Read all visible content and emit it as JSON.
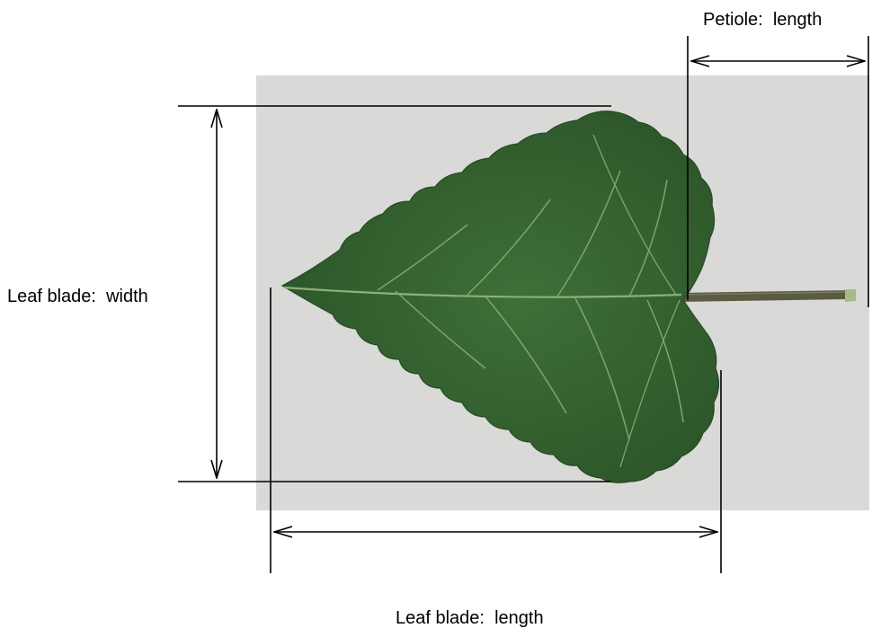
{
  "labels": {
    "petiole_length": "Petiole:  length",
    "leaf_blade_width": "Leaf blade:  width",
    "leaf_blade_length": "Leaf blade:  length"
  },
  "colors": {
    "photo_background": "#d9d9d7",
    "leaf_dark": "#2f5a2c",
    "leaf_mid": "#3e7038",
    "leaf_vein": "#7fa56c",
    "petiole": "#5b5a43",
    "petiole_tip": "#a9b98a",
    "annotation_line": "#000000"
  },
  "icons": {
    "leaf": "leaf-icon",
    "petiole": "petiole-icon"
  }
}
